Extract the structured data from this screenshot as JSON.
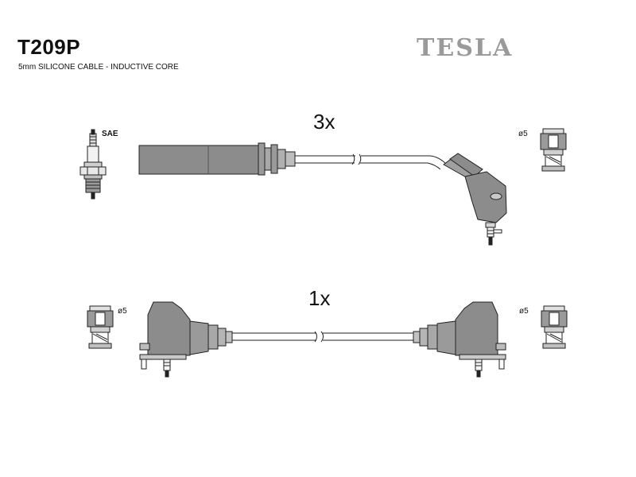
{
  "header": {
    "part_number": "T209P",
    "subtitle": "5mm SILICONE CABLE - INDUCTIVE CORE",
    "brand": "TESLA"
  },
  "upper_lead": {
    "quantity": "3x",
    "spark_plug_label": "SAE",
    "terminal_label": "ø5"
  },
  "lower_lead": {
    "quantity": "1x",
    "left_terminal_label": "ø5",
    "right_terminal_label": "ø5"
  }
}
